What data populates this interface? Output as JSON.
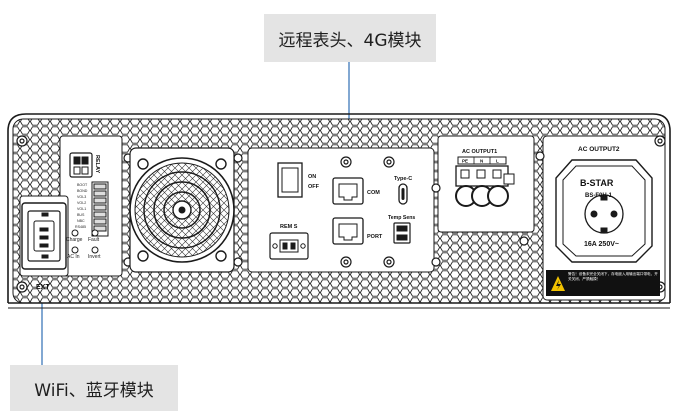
{
  "callouts": {
    "top": "远程表头、4G模块",
    "bottom": "WiFi、蓝牙模块"
  },
  "panel": {
    "relay": "RELAY",
    "dip_labels": [
      "BOOT",
      "BOND",
      "VOL3",
      "VOL2",
      "VOL1",
      "BUS",
      "NBC",
      "RS485"
    ],
    "charge": "Charge",
    "fault": "Fault",
    "ac_in": "AC In",
    "invert": "Invert",
    "ext": "EXT",
    "on": "ON",
    "off": "OFF",
    "rem_s": "REM S",
    "com": "COM",
    "port": "PORT",
    "type_c": "Type-C",
    "temp_sens": "Temp Sens",
    "ac_output1": "AC OUTPUT1",
    "ac_output1_pins": [
      "PE",
      "N",
      "L"
    ],
    "ac_output2": "AC OUTPUT2",
    "socket_brand": "B-STAR",
    "socket_model": "BS-F0H-1",
    "socket_rating": "16A 250V~",
    "warning_text": "警告！设备未完全关闭下，存电嵌入用输出端口带电，开关关闭，严禁触摸！"
  },
  "colors": {
    "leader_line": "#2f6fb3",
    "outline": "#1a1a1a",
    "callout_bg": "#e4e4e4",
    "warning_bg": "#111111",
    "warning_triangle": "#f2c200"
  }
}
